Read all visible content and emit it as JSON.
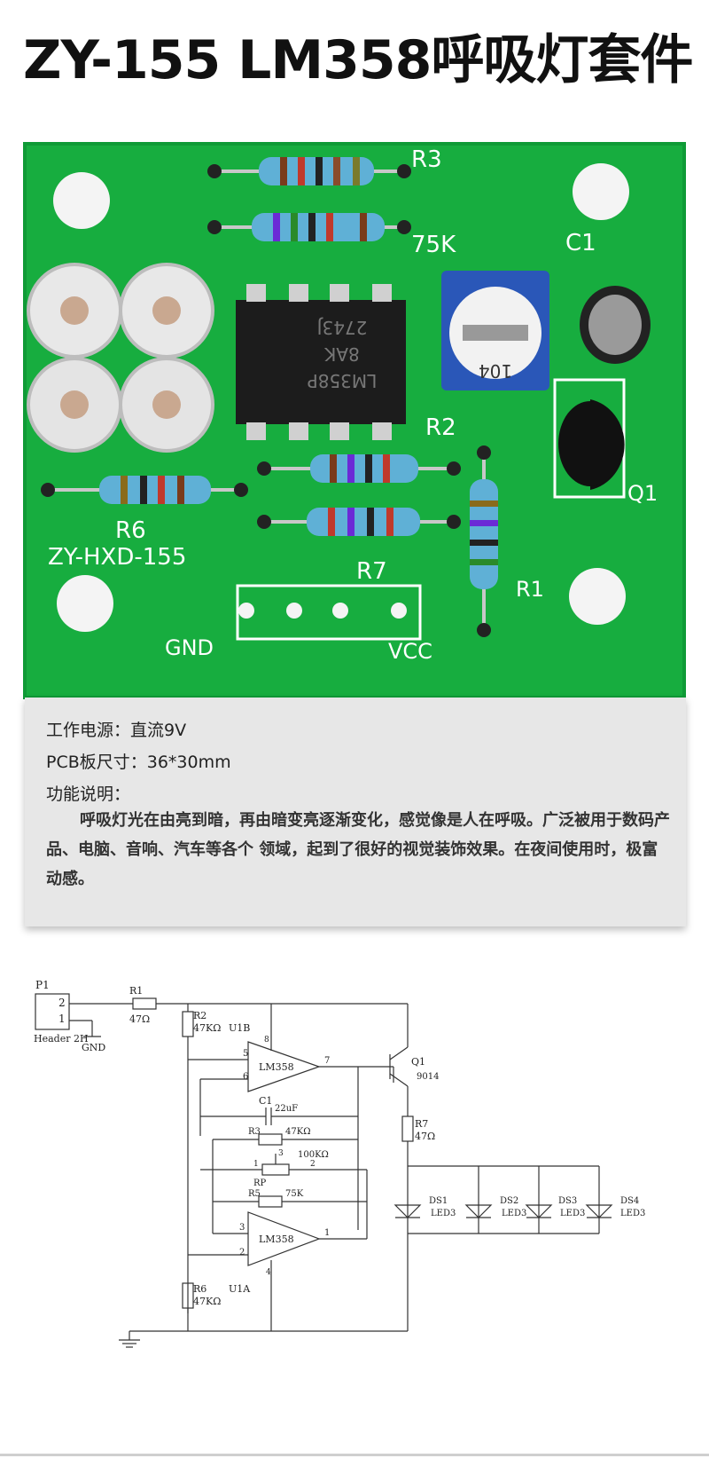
{
  "title": "ZY-155 LM358呼吸灯套件",
  "pcb": {
    "labels": {
      "r3": "R3",
      "k75": "75K",
      "c1": "C1",
      "r2": "R2",
      "q1": "Q1",
      "r6": "R6",
      "board_name": "ZY-HXD-155",
      "r7": "R7",
      "r1": "R1",
      "gnd": "GND",
      "vcc": "VCC",
      "ic_text1": "LM358P",
      "ic_text2": "8AK",
      "ic_text3": "2743J",
      "pot_code": "104"
    },
    "colors": {
      "board": "#14a63c",
      "board_dark": "#0c7d2a",
      "silk": "#ffffff",
      "ic": "#1a1a1a",
      "pot": "#2a57b8"
    }
  },
  "info": {
    "power": "工作电源：直流9V",
    "size": "PCB板尺寸：36*30mm",
    "func_heading": "功能说明：",
    "description": "呼吸灯光在由亮到暗，再由暗变亮逐渐变化，感觉像是人在呼吸。广泛被用于数码产品、电脑、音响、汽车等各个  领域，起到了很好的视觉装饰效果。在夜间使用时，极富动感。"
  },
  "schematic": {
    "p1": "P1",
    "pin2": "2",
    "pin1": "1",
    "header": "Header 2H",
    "gnd": "GND",
    "r1": "R1",
    "r1v": "47Ω",
    "r2": "R2",
    "r2v": "47KΩ",
    "u1b": "U1B",
    "opamp": "LM358",
    "u1b_p5": "5",
    "u1b_p6": "6",
    "u1b_p7": "7",
    "u1b_p8": "8",
    "q1": "Q1",
    "q1v": "9014",
    "c1": "C1",
    "c1v": "22uF",
    "r3": "R3",
    "r3v": "47KΩ",
    "rp": "RP",
    "rpv": "100KΩ",
    "rp1": "1",
    "rp2": "2",
    "rp3": "3",
    "r5": "R5",
    "r5v": "75K",
    "r7": "R7",
    "r7v": "47Ω",
    "ds1": "DS1",
    "ds2": "DS2",
    "ds3": "DS3",
    "ds4": "DS4",
    "led": "LED3",
    "u1a_p3": "3",
    "u1a_p2": "2",
    "u1a_p1": "1",
    "u1a_p4": "4",
    "r6": "R6",
    "r6v": "47KΩ",
    "u1a": "U1A"
  }
}
